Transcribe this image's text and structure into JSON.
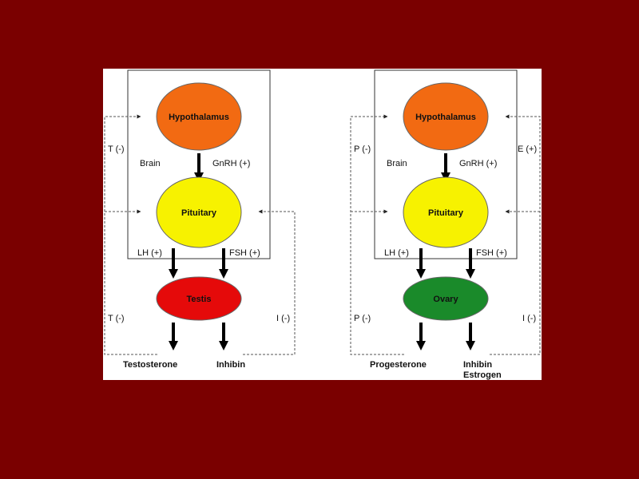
{
  "colors": {
    "background": "#7a0000",
    "hypothalamus": "#f26a12",
    "pituitary": "#f7f200",
    "testis": "#e50a0a",
    "ovary": "#1a8a2a"
  },
  "male": {
    "hypothalamus": "Hypothalamus",
    "pituitary": "Pituitary",
    "gonad": "Testis",
    "brain": "Brain",
    "gnrh": "GnRH (+)",
    "lh": "LH (+)",
    "fsh": "FSH (+)",
    "feedback_upper_left": "T (-)",
    "feedback_lower_left": "T (-)",
    "feedback_lower_right": "I (-)",
    "output_left": "Testosterone",
    "output_right": "Inhibin"
  },
  "female": {
    "hypothalamus": "Hypothalamus",
    "pituitary": "Pituitary",
    "gonad": "Ovary",
    "brain": "Brain",
    "gnrh": "GnRH (+)",
    "lh": "LH (+)",
    "fsh": "FSH (+)",
    "feedback_upper_left": "P (-)",
    "feedback_upper_right": "E (+)",
    "feedback_lower_left": "P (-)",
    "feedback_lower_right": "I (-)",
    "output_left": "Progesterone",
    "output_right_1": "Inhibin",
    "output_right_2": "Estrogen"
  }
}
